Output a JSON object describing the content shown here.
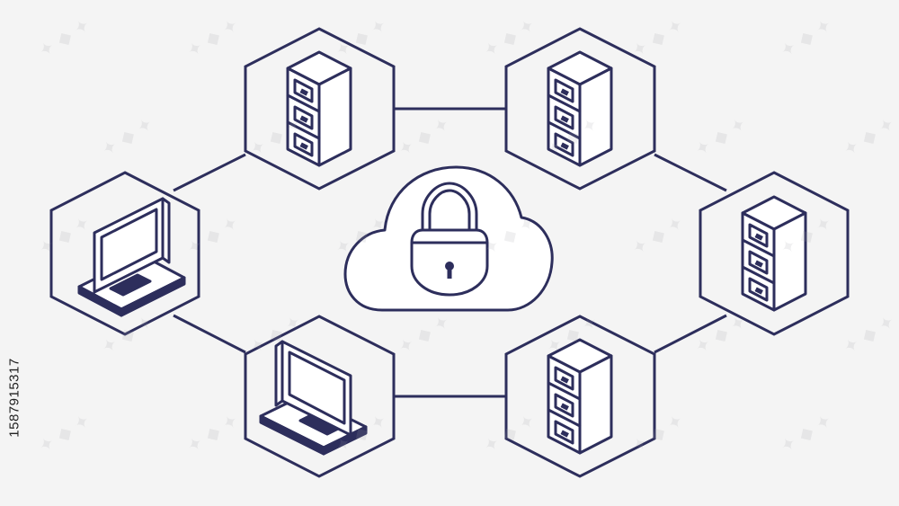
{
  "colors": {
    "background": "#f4f4f4",
    "stroke": "#2d2e5c",
    "fill": "#ffffff"
  },
  "nodes": [
    {
      "id": "server-top-left",
      "icon": "server-cabinet-icon"
    },
    {
      "id": "server-top-right",
      "icon": "server-cabinet-icon"
    },
    {
      "id": "server-right",
      "icon": "server-cabinet-icon"
    },
    {
      "id": "server-bottom-right",
      "icon": "server-cabinet-icon"
    },
    {
      "id": "computer-bottom-left",
      "icon": "desktop-computer-icon"
    },
    {
      "id": "computer-left",
      "icon": "desktop-computer-icon"
    }
  ],
  "center": {
    "icons": [
      "cloud-icon",
      "padlock-icon"
    ]
  },
  "watermark": {
    "id_text": "1587915317"
  }
}
